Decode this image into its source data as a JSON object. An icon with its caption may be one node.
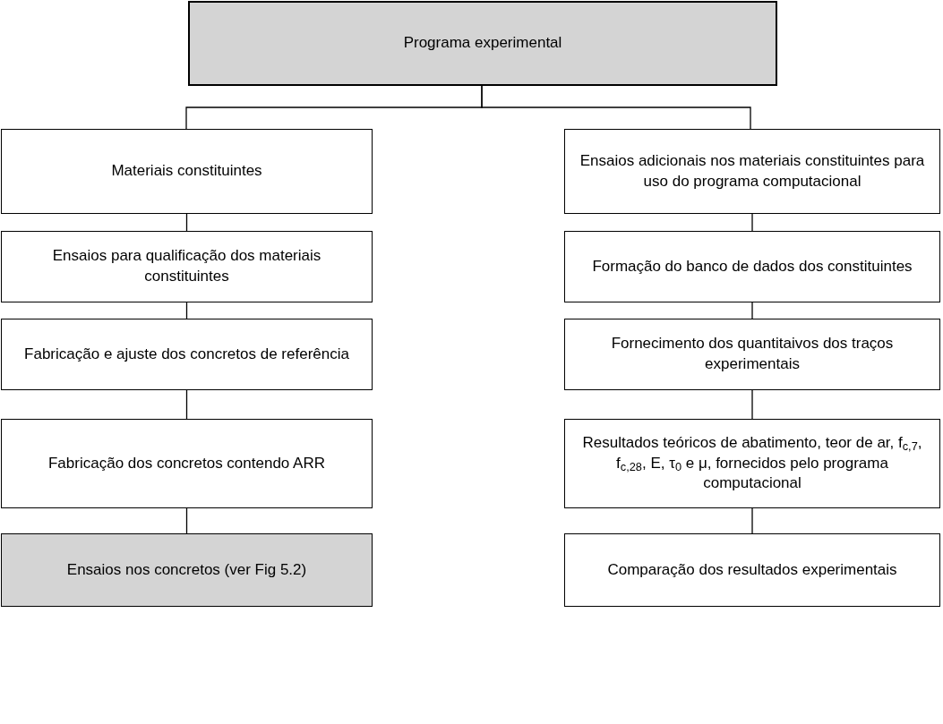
{
  "diagram": {
    "nodes": [
      {
        "text": [
          "Programa experimental"
        ]
      },
      {
        "text": [
          "Materiais constituintes"
        ]
      },
      {
        "text": [
          "Ensaios para qualificação dos materiais constituintes"
        ]
      },
      {
        "text": [
          "Fabricação e ajuste dos concretos de referência"
        ]
      },
      {
        "text": [
          "Fabricação  dos concretos contendo ARR"
        ]
      },
      {
        "text": [
          "Ensaios nos concretos (ver Fig 5.2)"
        ]
      },
      {
        "text": [
          "Ensaios adicionais nos materiais constituintes para uso do programa computacional"
        ]
      },
      {
        "text": [
          "Formação do banco de dados dos constituintes"
        ]
      },
      {
        "text": [
          "Fornecimento dos quantitaivos dos traços experimentais"
        ]
      },
      {
        "text": [
          "Resultados teóricos de abatimento, teor de ar, f$_{c,7}$, f$_{c,28}$, E, τ$_{0}$ e μ, fornecidos pelo programa computacional"
        ]
      },
      {
        "text": [
          "Comparação dos resultados experimentais"
        ]
      }
    ],
    "edges": [
      {
        "from": 0,
        "to": 1,
        "arrow": "none"
      },
      {
        "from": 0,
        "to": 6,
        "arrow": "none"
      },
      {
        "from": 1,
        "to": 2,
        "arrow": "none"
      },
      {
        "from": 2,
        "to": 3,
        "arrow": "none"
      },
      {
        "from": 3,
        "to": 4,
        "arrow": "none"
      },
      {
        "from": 4,
        "to": 5,
        "arrow": "none"
      },
      {
        "from": 6,
        "to": 7,
        "arrow": "none"
      },
      {
        "from": 7,
        "to": 8,
        "arrow": "none"
      },
      {
        "from": 8,
        "to": 9,
        "arrow": "none"
      },
      {
        "from": 9,
        "to": 10,
        "arrow": "none"
      }
    ]
  }
}
